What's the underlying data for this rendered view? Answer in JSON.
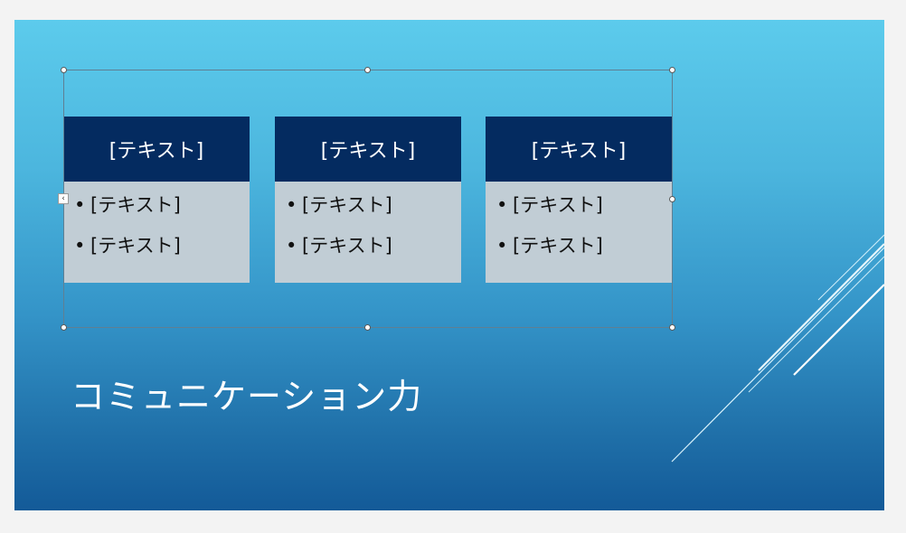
{
  "slide": {
    "title": "コミュニケーション力",
    "colors": {
      "gradient_top": "#5ccbec",
      "gradient_bottom": "#135a98",
      "card_header": "#042b60",
      "card_body": "#c1cdd5"
    }
  },
  "smartart": {
    "text_pane_toggle_icon": "chevron-left-icon",
    "cards": [
      {
        "header": "[テキスト]",
        "bullets": [
          "[テキスト]",
          "[テキスト]"
        ]
      },
      {
        "header": "[テキスト]",
        "bullets": [
          "[テキスト]",
          "[テキスト]"
        ]
      },
      {
        "header": "[テキスト]",
        "bullets": [
          "[テキスト]",
          "[テキスト]"
        ]
      }
    ]
  },
  "symbols": {
    "bullet": "•",
    "chevron": "‹"
  }
}
